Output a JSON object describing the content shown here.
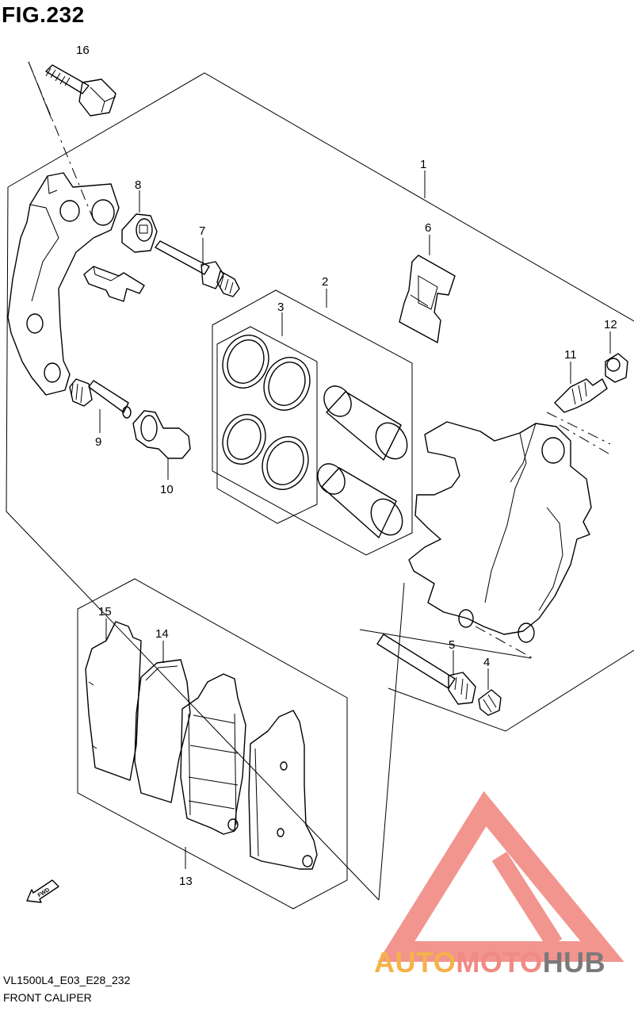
{
  "figure": {
    "title": "FIG.232",
    "model_code": "VL1500L4_E03_E28_232",
    "name": "FRONT CALIPER"
  },
  "callouts": [
    "1",
    "2",
    "3",
    "4",
    "5",
    "6",
    "7",
    "8",
    "9",
    "10",
    "11",
    "12",
    "13",
    "14",
    "15",
    "16"
  ],
  "direction_marker": "FWD",
  "brand": {
    "part1": "AUTO",
    "part2": "MOTO",
    "part3": "HUB",
    "colors": {
      "auto": "#f6b24a",
      "moto": "#f08a82",
      "hub": "#7a7a7a",
      "logo": "#f08a82"
    }
  }
}
